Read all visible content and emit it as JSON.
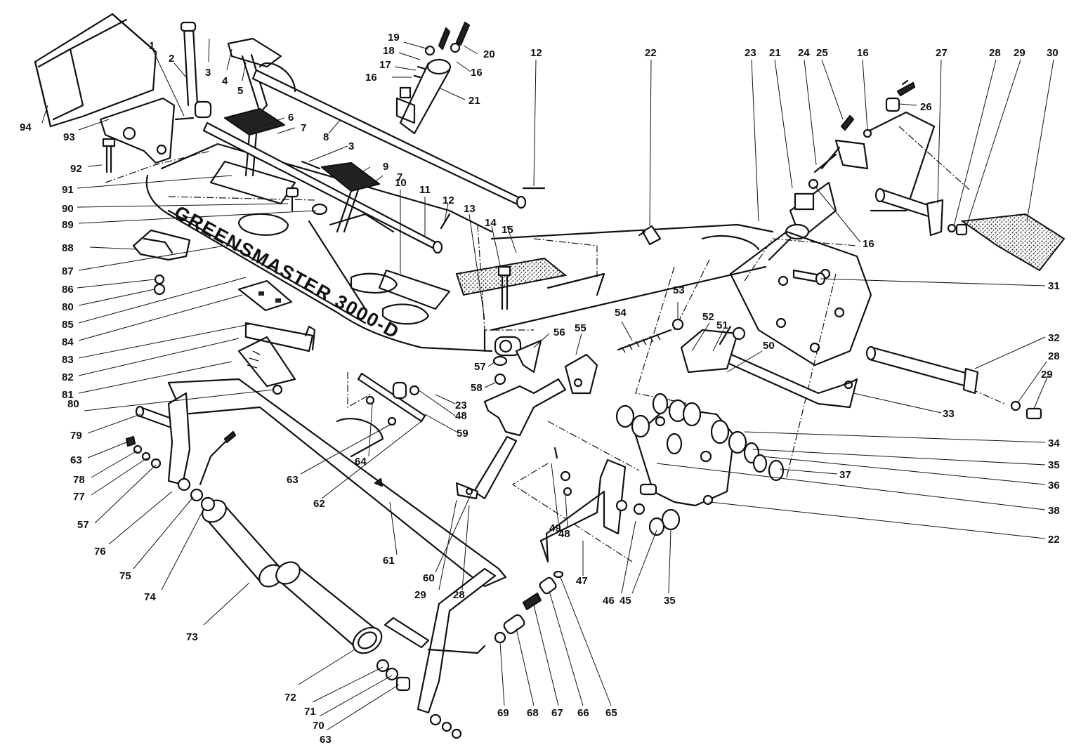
{
  "diagram": {
    "frame_label": "GREENSMASTER 3000-D",
    "callouts": [
      {
        "id": "c94",
        "text": "94"
      },
      {
        "id": "c93",
        "text": "93"
      },
      {
        "id": "c92",
        "text": "92"
      },
      {
        "id": "c91",
        "text": "91"
      },
      {
        "id": "c90",
        "text": "90"
      },
      {
        "id": "c89",
        "text": "89"
      },
      {
        "id": "c88",
        "text": "88"
      },
      {
        "id": "c87",
        "text": "87"
      },
      {
        "id": "c86",
        "text": "86"
      },
      {
        "id": "c80a",
        "text": "80"
      },
      {
        "id": "c85",
        "text": "85"
      },
      {
        "id": "c84",
        "text": "84"
      },
      {
        "id": "c83",
        "text": "83"
      },
      {
        "id": "c82",
        "text": "82"
      },
      {
        "id": "c81",
        "text": "81"
      },
      {
        "id": "c80b",
        "text": "80"
      },
      {
        "id": "c79",
        "text": "79"
      },
      {
        "id": "c63a",
        "text": "63"
      },
      {
        "id": "c78",
        "text": "78"
      },
      {
        "id": "c77",
        "text": "77"
      },
      {
        "id": "c57a",
        "text": "57"
      },
      {
        "id": "c76",
        "text": "76"
      },
      {
        "id": "c75",
        "text": "75"
      },
      {
        "id": "c74",
        "text": "74"
      },
      {
        "id": "c73",
        "text": "73"
      },
      {
        "id": "c72",
        "text": "72"
      },
      {
        "id": "c71",
        "text": "71"
      },
      {
        "id": "c70",
        "text": "70"
      },
      {
        "id": "c63b",
        "text": "63"
      },
      {
        "id": "c69",
        "text": "69"
      },
      {
        "id": "c68",
        "text": "68"
      },
      {
        "id": "c67",
        "text": "67"
      },
      {
        "id": "c66",
        "text": "66"
      },
      {
        "id": "c65",
        "text": "65"
      },
      {
        "id": "c1",
        "text": "1"
      },
      {
        "id": "c2",
        "text": "2"
      },
      {
        "id": "c3a",
        "text": "3"
      },
      {
        "id": "c4",
        "text": "4"
      },
      {
        "id": "c5",
        "text": "5"
      },
      {
        "id": "c6",
        "text": "6"
      },
      {
        "id": "c7a",
        "text": "7"
      },
      {
        "id": "c8",
        "text": "8"
      },
      {
        "id": "c3b",
        "text": "3"
      },
      {
        "id": "c9",
        "text": "9"
      },
      {
        "id": "c7b",
        "text": "7"
      },
      {
        "id": "c10",
        "text": "10"
      },
      {
        "id": "c11",
        "text": "11"
      },
      {
        "id": "c12a",
        "text": "12"
      },
      {
        "id": "c13",
        "text": "13"
      },
      {
        "id": "c14",
        "text": "14"
      },
      {
        "id": "c15",
        "text": "15"
      },
      {
        "id": "c19",
        "text": "19"
      },
      {
        "id": "c18",
        "text": "18"
      },
      {
        "id": "c17",
        "text": "17"
      },
      {
        "id": "c16a",
        "text": "16"
      },
      {
        "id": "c20",
        "text": "20"
      },
      {
        "id": "c16b",
        "text": "16"
      },
      {
        "id": "c21a",
        "text": "21"
      },
      {
        "id": "c12b",
        "text": "12"
      },
      {
        "id": "c22a",
        "text": "22"
      },
      {
        "id": "c23a",
        "text": "23"
      },
      {
        "id": "c21b",
        "text": "21"
      },
      {
        "id": "c24",
        "text": "24"
      },
      {
        "id": "c25",
        "text": "25"
      },
      {
        "id": "c16c",
        "text": "16"
      },
      {
        "id": "c27",
        "text": "27"
      },
      {
        "id": "c28a",
        "text": "28"
      },
      {
        "id": "c29a",
        "text": "29"
      },
      {
        "id": "c30",
        "text": "30"
      },
      {
        "id": "c26",
        "text": "26"
      },
      {
        "id": "c16d",
        "text": "16"
      },
      {
        "id": "c31",
        "text": "31"
      },
      {
        "id": "c32",
        "text": "32"
      },
      {
        "id": "c28b",
        "text": "28"
      },
      {
        "id": "c29b",
        "text": "29"
      },
      {
        "id": "c33",
        "text": "33"
      },
      {
        "id": "c34",
        "text": "34"
      },
      {
        "id": "c35a",
        "text": "35"
      },
      {
        "id": "c36",
        "text": "36"
      },
      {
        "id": "c37",
        "text": "37"
      },
      {
        "id": "c38",
        "text": "38"
      },
      {
        "id": "c22b",
        "text": "22"
      },
      {
        "id": "c53",
        "text": "53"
      },
      {
        "id": "c54",
        "text": "54"
      },
      {
        "id": "c52",
        "text": "52"
      },
      {
        "id": "c51",
        "text": "51"
      },
      {
        "id": "c50",
        "text": "50"
      },
      {
        "id": "c55",
        "text": "55"
      },
      {
        "id": "c56",
        "text": "56"
      },
      {
        "id": "c57b",
        "text": "57"
      },
      {
        "id": "c58",
        "text": "58"
      },
      {
        "id": "c23b",
        "text": "23"
      },
      {
        "id": "c48a",
        "text": "48"
      },
      {
        "id": "c59",
        "text": "59"
      },
      {
        "id": "c64",
        "text": "64"
      },
      {
        "id": "c63c",
        "text": "63"
      },
      {
        "id": "c62",
        "text": "62"
      },
      {
        "id": "c61",
        "text": "61"
      },
      {
        "id": "c60",
        "text": "60"
      },
      {
        "id": "c29c",
        "text": "29"
      },
      {
        "id": "c28c",
        "text": "28"
      },
      {
        "id": "c49",
        "text": "49"
      },
      {
        "id": "c48b",
        "text": "48"
      },
      {
        "id": "c47",
        "text": "47"
      },
      {
        "id": "c46",
        "text": "46"
      },
      {
        "id": "c45",
        "text": "45"
      },
      {
        "id": "c35b",
        "text": "35"
      }
    ]
  }
}
